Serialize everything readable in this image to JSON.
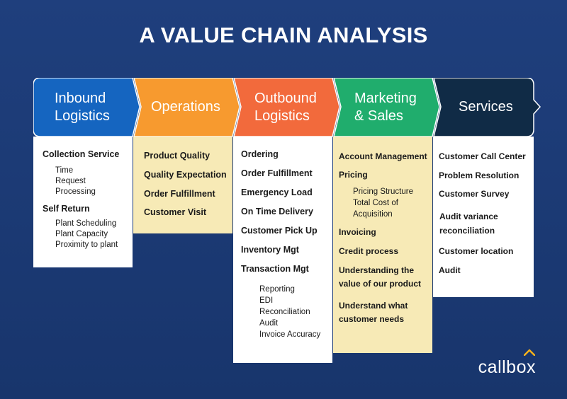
{
  "title": "A VALUE CHAIN ANALYSIS",
  "colors": {
    "inbound": "#1565c0",
    "operations": "#f79a2f",
    "outbound": "#f26a3c",
    "marketing": "#20ad6d",
    "services": "#102b46",
    "body_white": "#ffffff",
    "body_yellow": "#f7eab6"
  },
  "columns": [
    {
      "header": "Inbound\nLogistics",
      "items": [
        {
          "label": "Collection Service",
          "subs": [
            "Time",
            "Request",
            "Processing"
          ]
        },
        {
          "label": "Self Return",
          "subs": [
            "Plant Scheduling",
            "Plant Capacity",
            "Proximity to plant"
          ]
        }
      ]
    },
    {
      "header": "Operations",
      "items": [
        {
          "label": "Product Quality"
        },
        {
          "label": "Quality Expectation"
        },
        {
          "label": "Order Fulfillment"
        },
        {
          "label": "Customer Visit"
        }
      ]
    },
    {
      "header": "Outbound\nLogistics",
      "items": [
        {
          "label": "Ordering"
        },
        {
          "label": "Order Fulfillment"
        },
        {
          "label": "Emergency Load"
        },
        {
          "label": "On Time Delivery"
        },
        {
          "label": "Customer Pick Up"
        },
        {
          "label": "Inventory Mgt"
        },
        {
          "label": "Transaction Mgt",
          "subs": [
            "Reporting",
            "EDI",
            "Reconciliation",
            "Audit",
            "Invoice Accuracy"
          ]
        }
      ]
    },
    {
      "header": "Marketing\n& Sales",
      "items": [
        {
          "label": "Account Management"
        },
        {
          "label": "Pricing",
          "subs": [
            "Pricing Structure",
            "Total Cost of",
            "Acquisition"
          ]
        },
        {
          "label": "Invoicing"
        },
        {
          "label": "Credit process"
        },
        {
          "label": "Understanding the",
          "label2": "value of our product"
        },
        {
          "label": "Understand what",
          "label2": "customer needs"
        }
      ]
    },
    {
      "header": "Services",
      "items": [
        {
          "label": "Customer Call Center"
        },
        {
          "label": "Problem Resolution"
        },
        {
          "label": "Customer Survey"
        },
        {
          "label": "Audit variance",
          "label2": "reconciliation"
        },
        {
          "label": "Customer location"
        },
        {
          "label": "Audit"
        }
      ]
    }
  ],
  "logo": {
    "text": "callbox",
    "caret_color": "#f5b21c"
  }
}
